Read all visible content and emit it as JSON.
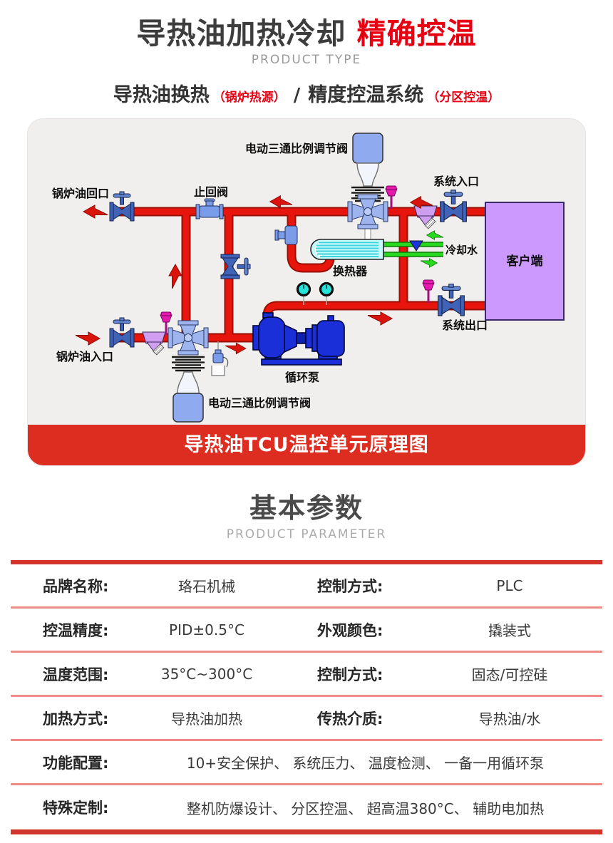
{
  "header": {
    "title_black": "导热油加热冷却",
    "title_red": "精确控温",
    "subtitle_en": "PRODUCT TYPE",
    "line2": {
      "part1": "导热油换热",
      "tag1": "（锅炉热源）",
      "sep": "/",
      "part2": "精度控温系统",
      "tag2": "（分区控温）"
    }
  },
  "diagram": {
    "banner": "导热油TCU温控单元原理图",
    "labels": {
      "top_valve": "电动三通比例调节阀",
      "boiler_oil_return": "锅炉油回口",
      "check_valve": "止回阀",
      "system_inlet": "系统入口",
      "cooling_water": "冷却水",
      "client": "客户端",
      "heat_exchanger": "换热器",
      "system_outlet": "系统出口",
      "boiler_oil_inlet": "锅炉油入口",
      "circulation_pump": "循环泵",
      "bottom_valve": "电动三通比例调节阀"
    },
    "colors": {
      "pipe_red": "#e8150d",
      "coolant_green": "#28d81f",
      "client_purple": "#cc99ff",
      "banner_red": "#dd2c20",
      "valve_blue": "#4063b8",
      "pump_blue": "#1b2fd8",
      "sensor_pink": "#e619ae",
      "exchanger_cyan": "#c9fbfd"
    }
  },
  "section2": {
    "title": "基本参数",
    "subtitle_en": "PRODUCT PARAMETER"
  },
  "table": {
    "rows4col": [
      {
        "label1": "品牌名称:",
        "value1": "珞石机械",
        "label2": "控制方式:",
        "value2": "PLC"
      },
      {
        "label1": "控温精度:",
        "value1": "PID±0.5°C",
        "label2": "外观颜色:",
        "value2": "撬装式"
      },
      {
        "label1": "温度范围:",
        "value1": "35°C~300°C",
        "label2": "控制方式:",
        "value2": "固态/可控硅"
      },
      {
        "label1": "加热方式:",
        "value1": "导热油加热",
        "label2": "传热介质:",
        "value2": "导热油/水"
      }
    ],
    "rows2col": [
      {
        "label": "功能配置:",
        "value": "10+安全保护、 系统压力、 温度检测、 一备一用循环泵"
      },
      {
        "label": "特殊定制:",
        "value": "整机防爆设计、 分区控温、 超高温380°C、 辅助电加热"
      }
    ]
  }
}
